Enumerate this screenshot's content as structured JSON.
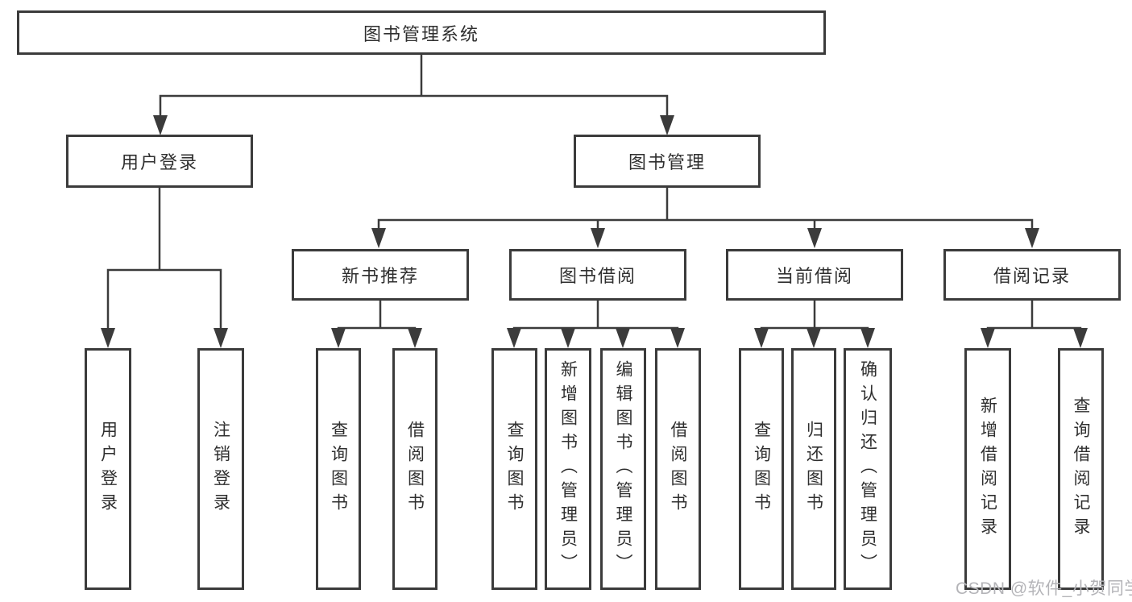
{
  "tree": {
    "root": {
      "label": "图书管理系统"
    },
    "branches": [
      {
        "label": "用户登录",
        "children": [
          {
            "label": "用户登录"
          },
          {
            "label": "注销登录"
          }
        ]
      },
      {
        "label": "图书管理",
        "children": [
          {
            "label": "新书推荐",
            "children": [
              {
                "label": "查询图书"
              },
              {
                "label": "借阅图书"
              }
            ]
          },
          {
            "label": "图书借阅",
            "children": [
              {
                "label": "查询图书"
              },
              {
                "label": "新增图书（管理员）"
              },
              {
                "label": "编辑图书（管理员）"
              },
              {
                "label": "借阅图书"
              }
            ]
          },
          {
            "label": "当前借阅",
            "children": [
              {
                "label": "查询图书"
              },
              {
                "label": "归还图书"
              },
              {
                "label": "确认归还（管理员）"
              }
            ]
          },
          {
            "label": "借阅记录",
            "children": [
              {
                "label": "新增借阅记录"
              },
              {
                "label": "查询借阅记录"
              }
            ]
          }
        ]
      }
    ]
  },
  "watermark": {
    "text": "CSDN @软件_小贺同学"
  },
  "colors": {
    "line": "#3b3b3b",
    "text": "#2f2f2f",
    "watermark": "#b4b4b8",
    "background": "#ffffff"
  }
}
